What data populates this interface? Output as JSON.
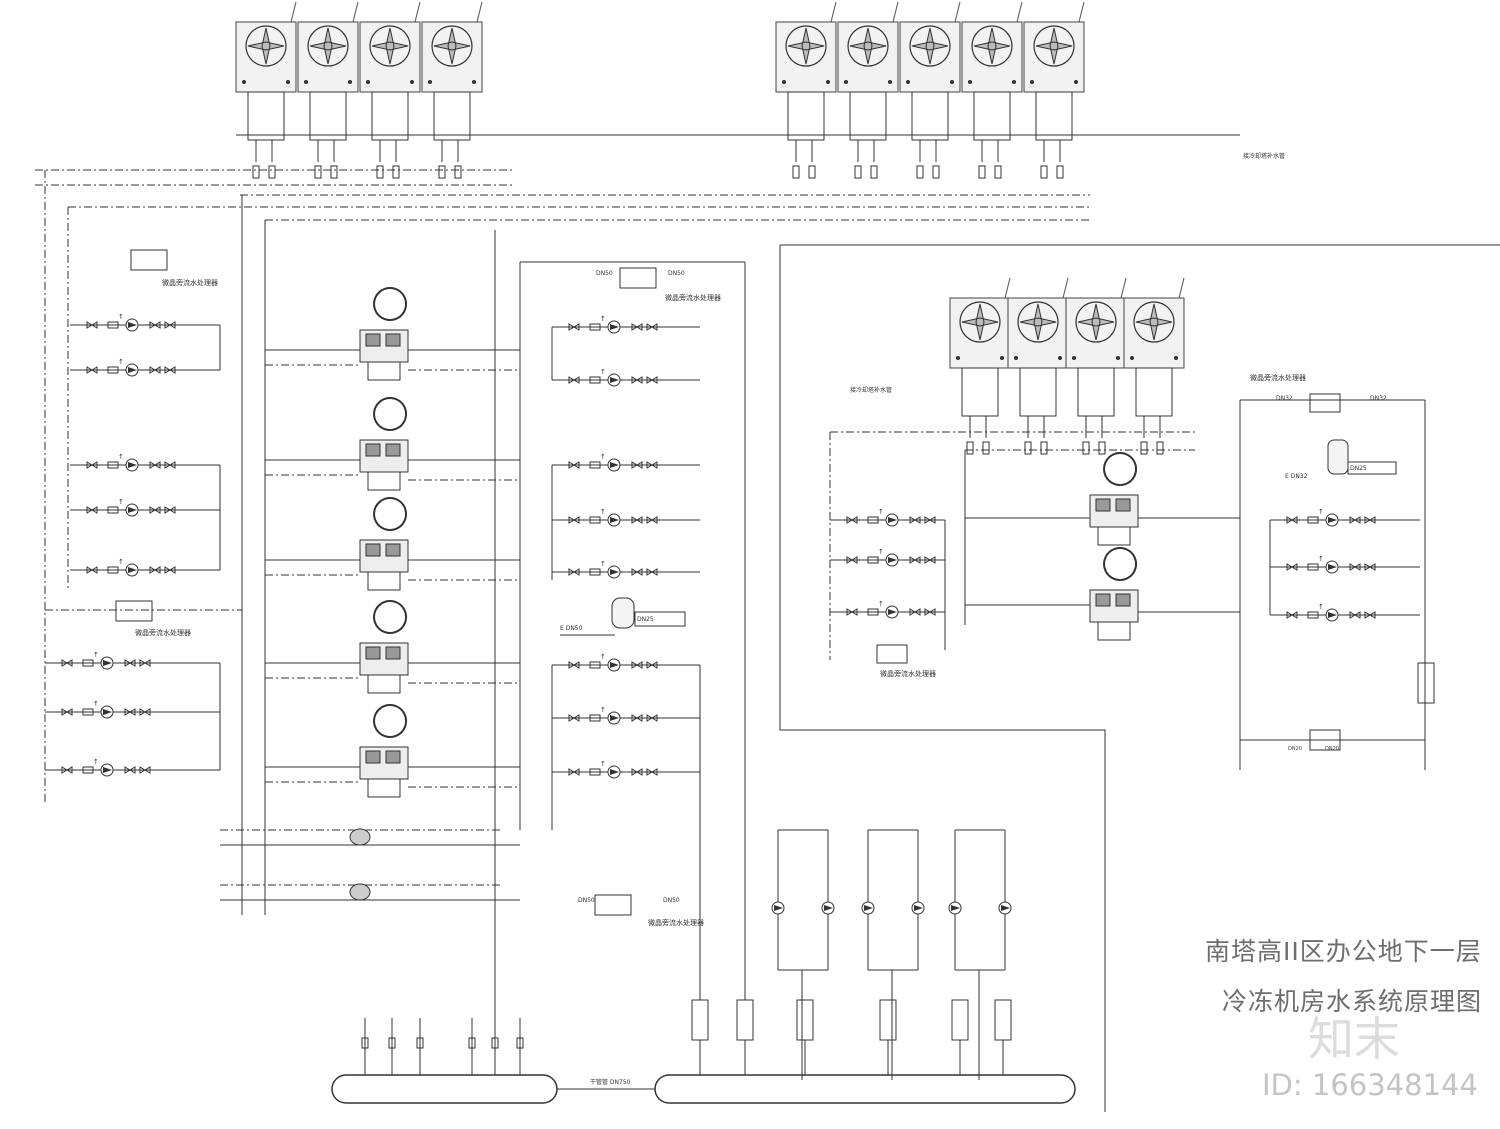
{
  "diagram": {
    "title_line1": "南塔高II区办公地下一层",
    "title_line2": "冷冻机房水系统原理图",
    "labels": {
      "water_treater": "微晶旁流水处理器",
      "dn50": "DN50",
      "dn32": "DN32",
      "e_dn50": "E DN50",
      "e_dn32": "E DN32",
      "dn25": "DN25",
      "dn20": "DN20",
      "trunk": "干管管 DN750",
      "ct_note": "接冷却塔补水管"
    }
  },
  "watermark": {
    "brand": "知末",
    "id_text": "ID: 166348144"
  }
}
